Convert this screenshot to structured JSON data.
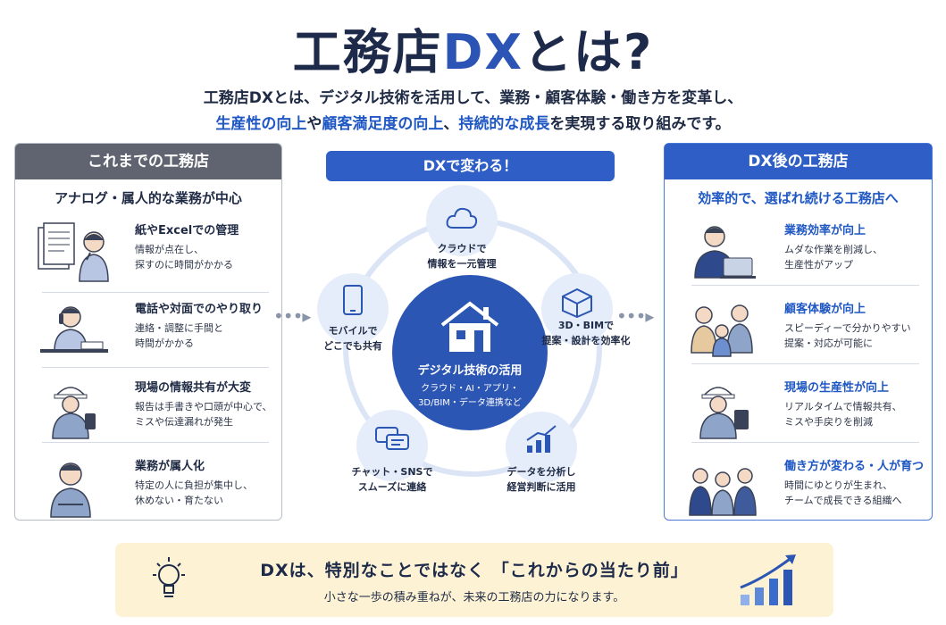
{
  "title": {
    "main": "工務店",
    "accent": "DX",
    "tail": "とは?"
  },
  "subtitle": {
    "line1": "工務店DXとは、デジタル技術を活用して、業務・顧客体験・働き方を変革し、",
    "hl1": "生産性の向上",
    "mid1": "や",
    "hl2": "顧客満足度の向上",
    "mid2": "、",
    "hl3": "持続的な成長",
    "tail": "を実現する取り組みです。"
  },
  "left": {
    "header": "これまでの工務店",
    "lead": "アナログ・属人的な業務が中心",
    "items": [
      {
        "title": "紙やExcelでの管理",
        "desc1": "情報が点在し、",
        "desc2": "探すのに時間がかかる"
      },
      {
        "title": "電話や対面でのやり取り",
        "desc1": "連絡・調整に手間と",
        "desc2": "時間がかかる"
      },
      {
        "title": "現場の情報共有が大変",
        "desc1": "報告は手書きや口頭が中心で、",
        "desc2": "ミスや伝達漏れが発生"
      },
      {
        "title": "業務が属人化",
        "desc1": "特定の人に負担が集中し、",
        "desc2": "休めない・育たない"
      }
    ]
  },
  "center": {
    "header": "DXで変わる！",
    "hub_title": "デジタル技術の活用",
    "hub_sub1": "クラウド・AI・アプリ・",
    "hub_sub2": "3D/BIM・データ連携など",
    "nodes": {
      "cloud": {
        "l1": "クラウドで",
        "l2": "情報を一元管理"
      },
      "bim": {
        "l1": "3D・BIMで",
        "l2": "提案・設計を効率化"
      },
      "data": {
        "l1": "データを分析し",
        "l2": "経営判断に活用"
      },
      "chat": {
        "l1": "チャット・SNSで",
        "l2": "スムーズに連絡"
      },
      "mobile": {
        "l1": "モバイルで",
        "l2": "どこでも共有"
      }
    }
  },
  "right": {
    "header": "DX後の工務店",
    "lead": "効率的で、選ばれ続ける工務店へ",
    "items": [
      {
        "title": "業務効率が向上",
        "desc1": "ムダな作業を削減し、",
        "desc2": "生産性がアップ"
      },
      {
        "title": "顧客体験が向上",
        "desc1": "スピーディーで分かりやすい",
        "desc2": "提案・対応が可能に"
      },
      {
        "title": "現場の生産性が向上",
        "desc1": "リアルタイムで情報共有、",
        "desc2": "ミスや手戻りを削減"
      },
      {
        "title": "働き方が変わる・人が育つ",
        "desc1": "時間にゆとりが生まれ、",
        "desc2": "チームで成長できる組織へ"
      }
    ]
  },
  "banner": {
    "main1": "DXは、特別なことではなく",
    "main2": "「これからの当たり前」",
    "sub": "小さな一歩の積み重ねが、未来の工務店の力になります。"
  },
  "colors": {
    "accent": "#2e5ec6",
    "dark": "#1e2a4a",
    "gray_header": "#5f6470",
    "banner_bg": "#fdf3d4"
  }
}
